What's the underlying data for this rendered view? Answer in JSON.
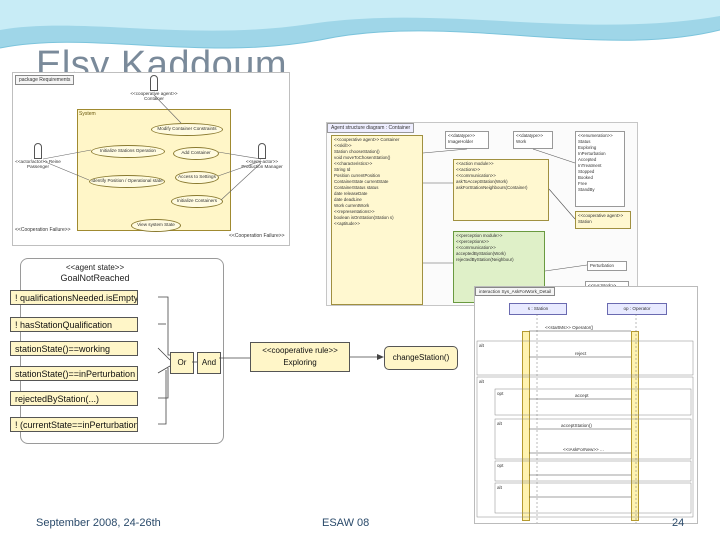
{
  "slide": {
    "title": "Elsy Kaddoum",
    "footer_date": "September 2008, 24-26th",
    "footer_event": "ESAW 08",
    "page_number": "24"
  },
  "goal_diagram": {
    "stereotype": "<<agent state>>",
    "name": "GoalNotReached",
    "conditions": [
      "! qualificationsNeeded.isEmpty()",
      "! hasStationQualification",
      "stationState()==working",
      "stationState()==inPerturbation",
      "rejectedByStation(...)",
      "! (currentState==inPerturbation)"
    ],
    "gate_or": "Or",
    "gate_and": "And",
    "rule_stereotype": "<<cooperative rule>>",
    "rule_name": "Exploring",
    "action": "changeStation()"
  },
  "use_case_diagram": {
    "package": "package Requirements",
    "system": "System",
    "cases": [
      "Modify Container Constraints",
      "Initialize Stations Operation",
      "Add Container",
      "Identify Position / Operational state",
      "Access to Settings",
      "Initialize Containers",
      "View system State"
    ],
    "actors": [
      "<<cooperative agent>> Container",
      "<<actor/actor>> Reine Passenger",
      "<<semi-actor>> Production Manager"
    ],
    "labels": [
      "<<Cooperation Failure>>",
      "<<Cooperation Failure>>"
    ]
  },
  "structure_diagram": {
    "header": "Agent structure diagram : Container",
    "boxes": [
      "<<cooperative agent>> Container",
      "<<skill>>",
      "Station chooseStation()",
      "void moveToChosenStation()",
      "<<characteristics>>",
      "String Id",
      "Position currentPosition",
      "ContainerState currentState",
      "ContainerStatus status",
      "date releaseDate",
      "date deadLine",
      "Work currentWork",
      "<<representations>>",
      "boolean isOnStation(Station s)",
      "<<aptitude>>",
      "<<datatype>> ImageHolder",
      "<<datatype>> Work",
      "<<enumeration>> Status",
      "Exploring",
      "InPerturbation",
      "Accepted",
      "InTreatment",
      "Stopped",
      "Booked",
      "Free",
      "StandBy",
      "<<action module>>",
      "<<actions>>",
      "<<communication>>",
      "askToAcceptStation(Work)",
      "askForStationNeighbours(Container)",
      "<<perception module>>",
      "<<perceptions>>",
      "<<communication>>",
      "acceptedByStation(Work)",
      "rejectedByStation(Neighbour)",
      "<<cooperative agent>> Station",
      "Perturbation",
      "<<sys:Work>>"
    ]
  },
  "sequence_diagram": {
    "frame": "interaction Sys_AskForWork_Detail",
    "lifelines": [
      "s : Station",
      "op : Operator"
    ],
    "messages": [
      "<<startMs>> Operator()",
      "reject",
      "accept",
      "acceptStation()",
      "<<IAskForNew>> ..."
    ],
    "fragments": [
      "alt",
      "alt",
      "opt",
      "alt",
      "opt",
      "alt"
    ]
  }
}
